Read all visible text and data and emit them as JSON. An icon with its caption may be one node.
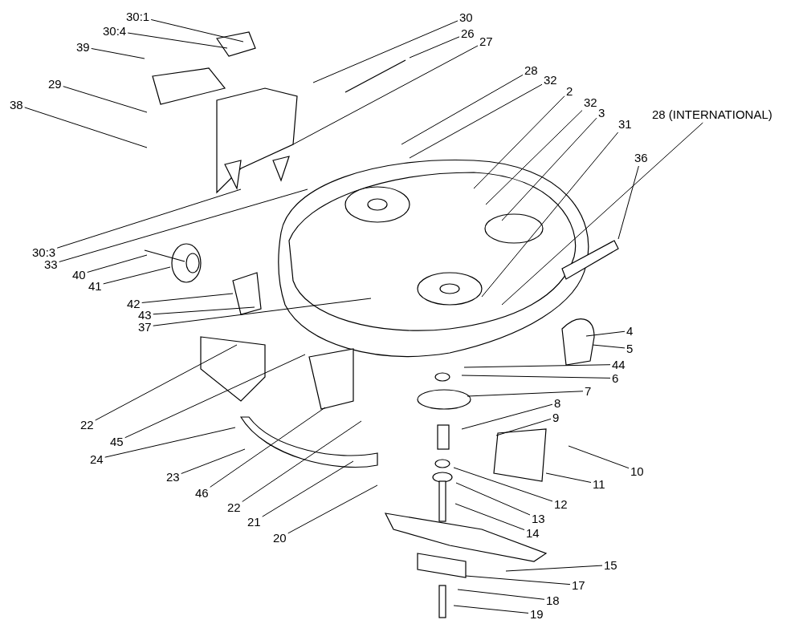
{
  "diagram": {
    "nodes": [
      {
        "text": [
          "30:1"
        ]
      },
      {
        "text": [
          "30:4"
        ]
      },
      {
        "text": [
          "39"
        ]
      },
      {
        "text": [
          "29"
        ]
      },
      {
        "text": [
          "38"
        ]
      },
      {
        "text": [
          "30"
        ]
      },
      {
        "text": [
          "26"
        ]
      },
      {
        "text": [
          "27"
        ]
      },
      {
        "text": [
          "28"
        ]
      },
      {
        "text": [
          "32"
        ]
      },
      {
        "text": [
          "2"
        ]
      },
      {
        "text": [
          "32"
        ]
      },
      {
        "text": [
          "3"
        ]
      },
      {
        "text": [
          "31"
        ]
      },
      {
        "text": [
          "28 (INTERNATIONAL)"
        ]
      },
      {
        "text": [
          "36"
        ]
      },
      {
        "text": [
          "30:3"
        ]
      },
      {
        "text": [
          "33"
        ]
      },
      {
        "text": [
          "40"
        ]
      },
      {
        "text": [
          "41"
        ]
      },
      {
        "text": [
          "42"
        ]
      },
      {
        "text": [
          "43"
        ]
      },
      {
        "text": [
          "37"
        ]
      },
      {
        "text": [
          "4"
        ]
      },
      {
        "text": [
          "5"
        ]
      },
      {
        "text": [
          "44"
        ]
      },
      {
        "text": [
          "6"
        ]
      },
      {
        "text": [
          "7"
        ]
      },
      {
        "text": [
          "8"
        ]
      },
      {
        "text": [
          "9"
        ]
      },
      {
        "text": [
          "10"
        ]
      },
      {
        "text": [
          "11"
        ]
      },
      {
        "text": [
          "12"
        ]
      },
      {
        "text": [
          "13"
        ]
      },
      {
        "text": [
          "14"
        ]
      },
      {
        "text": [
          "15"
        ]
      },
      {
        "text": [
          "17"
        ]
      },
      {
        "text": [
          "18"
        ]
      },
      {
        "text": [
          "19"
        ]
      },
      {
        "text": [
          "22"
        ]
      },
      {
        "text": [
          "45"
        ]
      },
      {
        "text": [
          "24"
        ]
      },
      {
        "text": [
          "23"
        ]
      },
      {
        "text": [
          "46"
        ]
      },
      {
        "text": [
          "22"
        ]
      },
      {
        "text": [
          "21"
        ]
      },
      {
        "text": [
          "20"
        ]
      }
    ],
    "edges": [
      {
        "from": 0,
        "to": null,
        "arrow": "none"
      },
      {
        "from": 1,
        "to": null,
        "arrow": "none"
      },
      {
        "from": 2,
        "to": null,
        "arrow": "none"
      },
      {
        "from": 3,
        "to": null,
        "arrow": "none"
      },
      {
        "from": 4,
        "to": null,
        "arrow": "none"
      },
      {
        "from": 5,
        "to": null,
        "arrow": "none"
      },
      {
        "from": 6,
        "to": null,
        "arrow": "none"
      },
      {
        "from": 7,
        "to": null,
        "arrow": "none"
      },
      {
        "from": 8,
        "to": null,
        "arrow": "none"
      },
      {
        "from": 9,
        "to": null,
        "arrow": "none"
      },
      {
        "from": 10,
        "to": null,
        "arrow": "none"
      },
      {
        "from": 11,
        "to": null,
        "arrow": "none"
      },
      {
        "from": 12,
        "to": null,
        "arrow": "none"
      },
      {
        "from": 13,
        "to": null,
        "arrow": "none"
      },
      {
        "from": 14,
        "to": null,
        "arrow": "none"
      },
      {
        "from": 15,
        "to": null,
        "arrow": "none"
      },
      {
        "from": 16,
        "to": null,
        "arrow": "none"
      },
      {
        "from": 17,
        "to": null,
        "arrow": "none"
      },
      {
        "from": 18,
        "to": null,
        "arrow": "none"
      },
      {
        "from": 19,
        "to": null,
        "arrow": "none"
      },
      {
        "from": 20,
        "to": null,
        "arrow": "none"
      },
      {
        "from": 21,
        "to": null,
        "arrow": "none"
      },
      {
        "from": 22,
        "to": null,
        "arrow": "none"
      },
      {
        "from": 23,
        "to": null,
        "arrow": "none"
      },
      {
        "from": 24,
        "to": null,
        "arrow": "none"
      },
      {
        "from": 25,
        "to": null,
        "arrow": "none"
      },
      {
        "from": 26,
        "to": null,
        "arrow": "none"
      },
      {
        "from": 27,
        "to": null,
        "arrow": "none"
      },
      {
        "from": 28,
        "to": null,
        "arrow": "none"
      },
      {
        "from": 29,
        "to": null,
        "arrow": "none"
      },
      {
        "from": 30,
        "to": null,
        "arrow": "none"
      },
      {
        "from": 31,
        "to": null,
        "arrow": "none"
      },
      {
        "from": 32,
        "to": null,
        "arrow": "none"
      },
      {
        "from": 33,
        "to": null,
        "arrow": "none"
      },
      {
        "from": 34,
        "to": null,
        "arrow": "none"
      },
      {
        "from": 35,
        "to": null,
        "arrow": "none"
      },
      {
        "from": 36,
        "to": null,
        "arrow": "none"
      },
      {
        "from": 37,
        "to": null,
        "arrow": "none"
      },
      {
        "from": 38,
        "to": null,
        "arrow": "none"
      },
      {
        "from": 39,
        "to": null,
        "arrow": "none"
      },
      {
        "from": 40,
        "to": null,
        "arrow": "none"
      },
      {
        "from": 41,
        "to": null,
        "arrow": "none"
      },
      {
        "from": 42,
        "to": null,
        "arrow": "none"
      },
      {
        "from": 43,
        "to": null,
        "arrow": "none"
      },
      {
        "from": 44,
        "to": null,
        "arrow": "none"
      },
      {
        "from": 45,
        "to": null,
        "arrow": "none"
      },
      {
        "from": 46,
        "to": null,
        "arrow": "none"
      }
    ]
  }
}
